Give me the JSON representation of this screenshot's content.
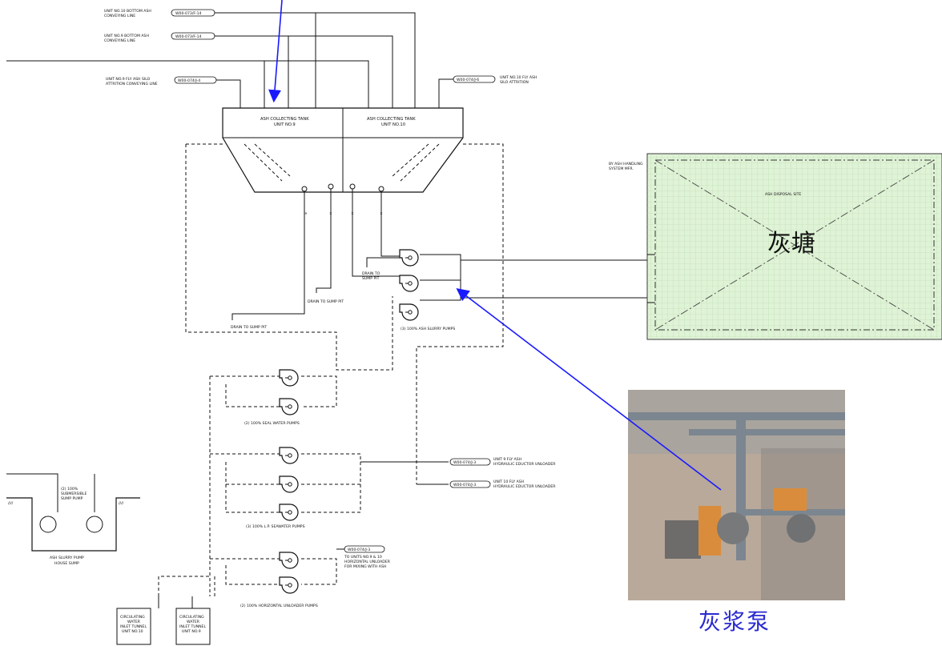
{
  "colors": {
    "ink": "#111111",
    "pond_fill": "#dff3d6",
    "pond_border": "#3a3a3a",
    "callout_arrow": "#1a1aff",
    "callout_text": "#2a2ad0"
  },
  "incoming_lines": {
    "unit10_bottom_ash": {
      "label_1": "UNIT NO.10 BOTTOM ASH",
      "label_2": "CONVEYING LINE",
      "tag": "W00-073/F-14"
    },
    "unit9_bottom_ash": {
      "label_1": "UNIT NO.9 BOTTOM ASH",
      "label_2": "CONVEYING LINE",
      "tag": "W00-073/F-14"
    },
    "unit9_fly_ash": {
      "label_1": "UNIT NO.9 FLY ASH SILO",
      "label_2": "ATTRITION CONVEYING LINE",
      "tag": "W00-074/J-4"
    },
    "unit10_fly_ash": {
      "label_1": "UNIT NO.10 FLY ASH",
      "label_2": "SILO ATTRITION",
      "tag": "W00-074/J-6"
    }
  },
  "tanks": {
    "unit9": {
      "line_1": "ASH COLLECTING TANK",
      "line_2": "UNIT NO.9"
    },
    "unit10": {
      "line_1": "ASH COLLECTING TANK",
      "line_2": "UNIT NO.10"
    }
  },
  "drains": {
    "drain_1": {
      "line_1": "DRAIN TO",
      "line_2": "SUMP PIT"
    },
    "drain_2": "DRAIN TO SUMP PIT",
    "drain_3": "DRAIN TO SUMP PIT"
  },
  "pump_groups": {
    "slurry": "(3) 100% ASH SLURRY PUMPS",
    "seal_water": "(2) 100% SEAL WATER PUMPS",
    "lp_seawater": "(3) 100% L.P. SEAWATER PUMPS",
    "horizontal_unloader": "(2) 100% HORIZONTAL UNLOADER PUMPS"
  },
  "side_tags": {
    "unit9_eductor": {
      "tag": "W00-074/J-3",
      "line_1": "UNIT 9 FLY ASH",
      "line_2": "HYDRAULIC EDUCTOR UNLOADER"
    },
    "unit10_eductor": {
      "tag": "W00-074/J-3",
      "line_1": "UNIT 10 FLY ASH",
      "line_2": "HYDRAULIC EDUCTOR UNLOADER"
    },
    "horizontal_unloader": {
      "tag": "W00-074/J-3",
      "line_1": "TO UNITS NO.9 & 10",
      "line_2": "HORIZONTAL UNLOADER",
      "line_3": "FOR MIXING WITH ASH"
    }
  },
  "sump": {
    "pump_label_1": "(2) 100%",
    "pump_label_2": "SUBMERSIBLE",
    "pump_label_3": "SUMP PUMP",
    "caption_1": "ASH SLURRY PUMP",
    "caption_2": "HOUSE SUMP"
  },
  "tunnels": {
    "unit10": {
      "line_1": "CIRCULATING",
      "line_2": "WATER",
      "line_3": "INLET TUNNEL",
      "line_4": "UNIT NO.10"
    },
    "unit9": {
      "line_1": "CIRCULATING",
      "line_2": "WATER",
      "line_3": "INLET TUNNEL",
      "line_4": "UNIT NO.9"
    }
  },
  "disposal": {
    "note_1": "BY ASH HANDLING",
    "note_2": "SYSTEM MFR.",
    "site_label": "ASH DISPOSAL SITE",
    "chinese_label": "灰塘"
  },
  "photo": {
    "caption": "灰浆泵"
  }
}
